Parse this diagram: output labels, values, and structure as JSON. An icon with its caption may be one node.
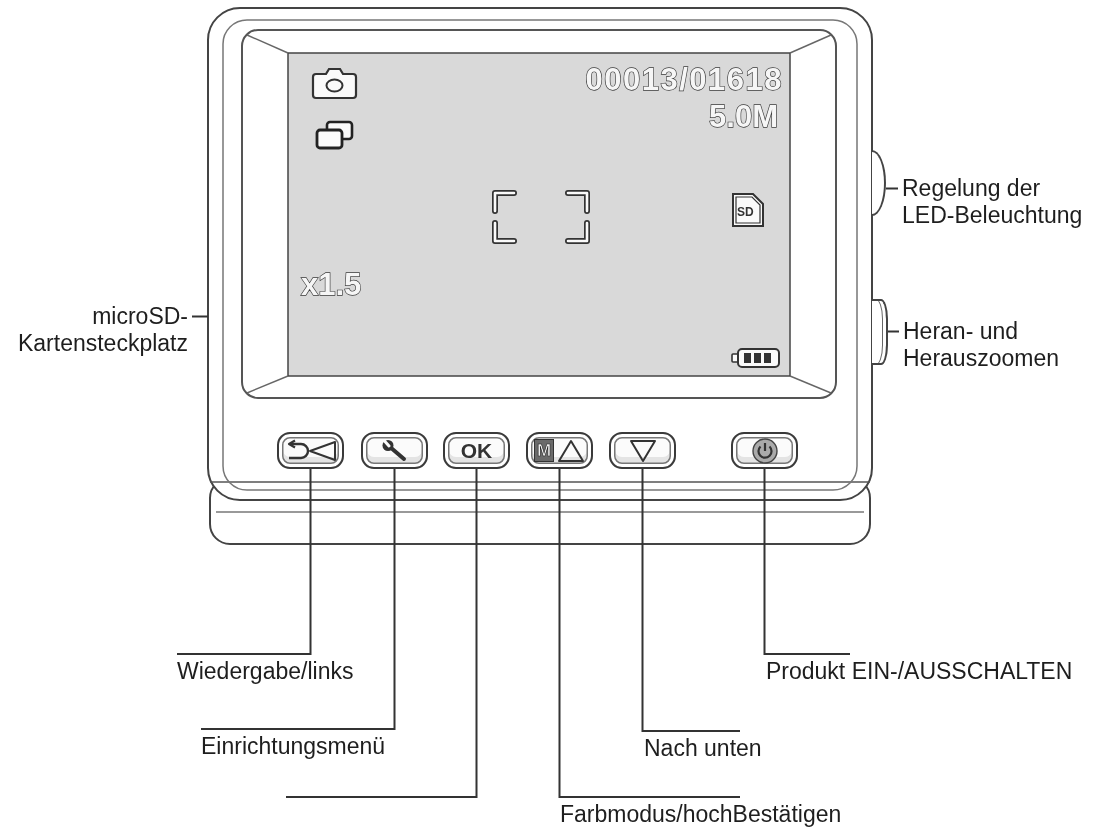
{
  "diagram": {
    "nodes": [
      {
        "text": [],
        "shape": "button"
      },
      {
        "text": [
          "Regelung der LED-Beleuchtung"
        ]
      },
      {
        "text": [
          "microSD- Kartensteckplatz"
        ]
      },
      {
        "text": [],
        "shape": "button"
      },
      {
        "text": [
          "Heran- und Herauszoomen"
        ]
      },
      {
        "text": [],
        "shape": "button"
      },
      {
        "text": [],
        "shape": "button"
      },
      {
        "text": [
          "OK"
        ]
      },
      {
        "text": [
          "M"
        ]
      },
      {
        "text": [],
        "shape": "button"
      },
      {
        "text": [],
        "shape": "button"
      },
      {
        "text": [
          "Wiedergabe/links"
        ]
      },
      {
        "text": [
          "Produkt EIN-/AUSSCHALTEN"
        ]
      },
      {
        "text": [
          "Einrichtungsmenü"
        ]
      },
      {
        "text": [
          "Nach unten"
        ]
      },
      {
        "text": [
          "Farbmodus/hochBestätigen"
        ]
      }
    ],
    "edges": [
      {
        "from": 1,
        "to": 0,
        "arrow": "none"
      },
      {
        "from": 2,
        "to": null,
        "arrow": "none"
      },
      {
        "from": 4,
        "to": 3,
        "arrow": "none"
      },
      {
        "from": 11,
        "to": 5,
        "arrow": "none"
      },
      {
        "from": 12,
        "to": 10,
        "arrow": "none"
      },
      {
        "from": 13,
        "to": 6,
        "arrow": "none"
      },
      {
        "from": 14,
        "to": 9,
        "arrow": "none"
      },
      {
        "from": null,
        "to": 7,
        "arrow": "none"
      },
      {
        "from": 15,
        "to": 8,
        "arrow": "none"
      }
    ],
    "labels": [
      "00013/01618",
      "5.0M",
      "SD",
      "x1.5"
    ]
  }
}
